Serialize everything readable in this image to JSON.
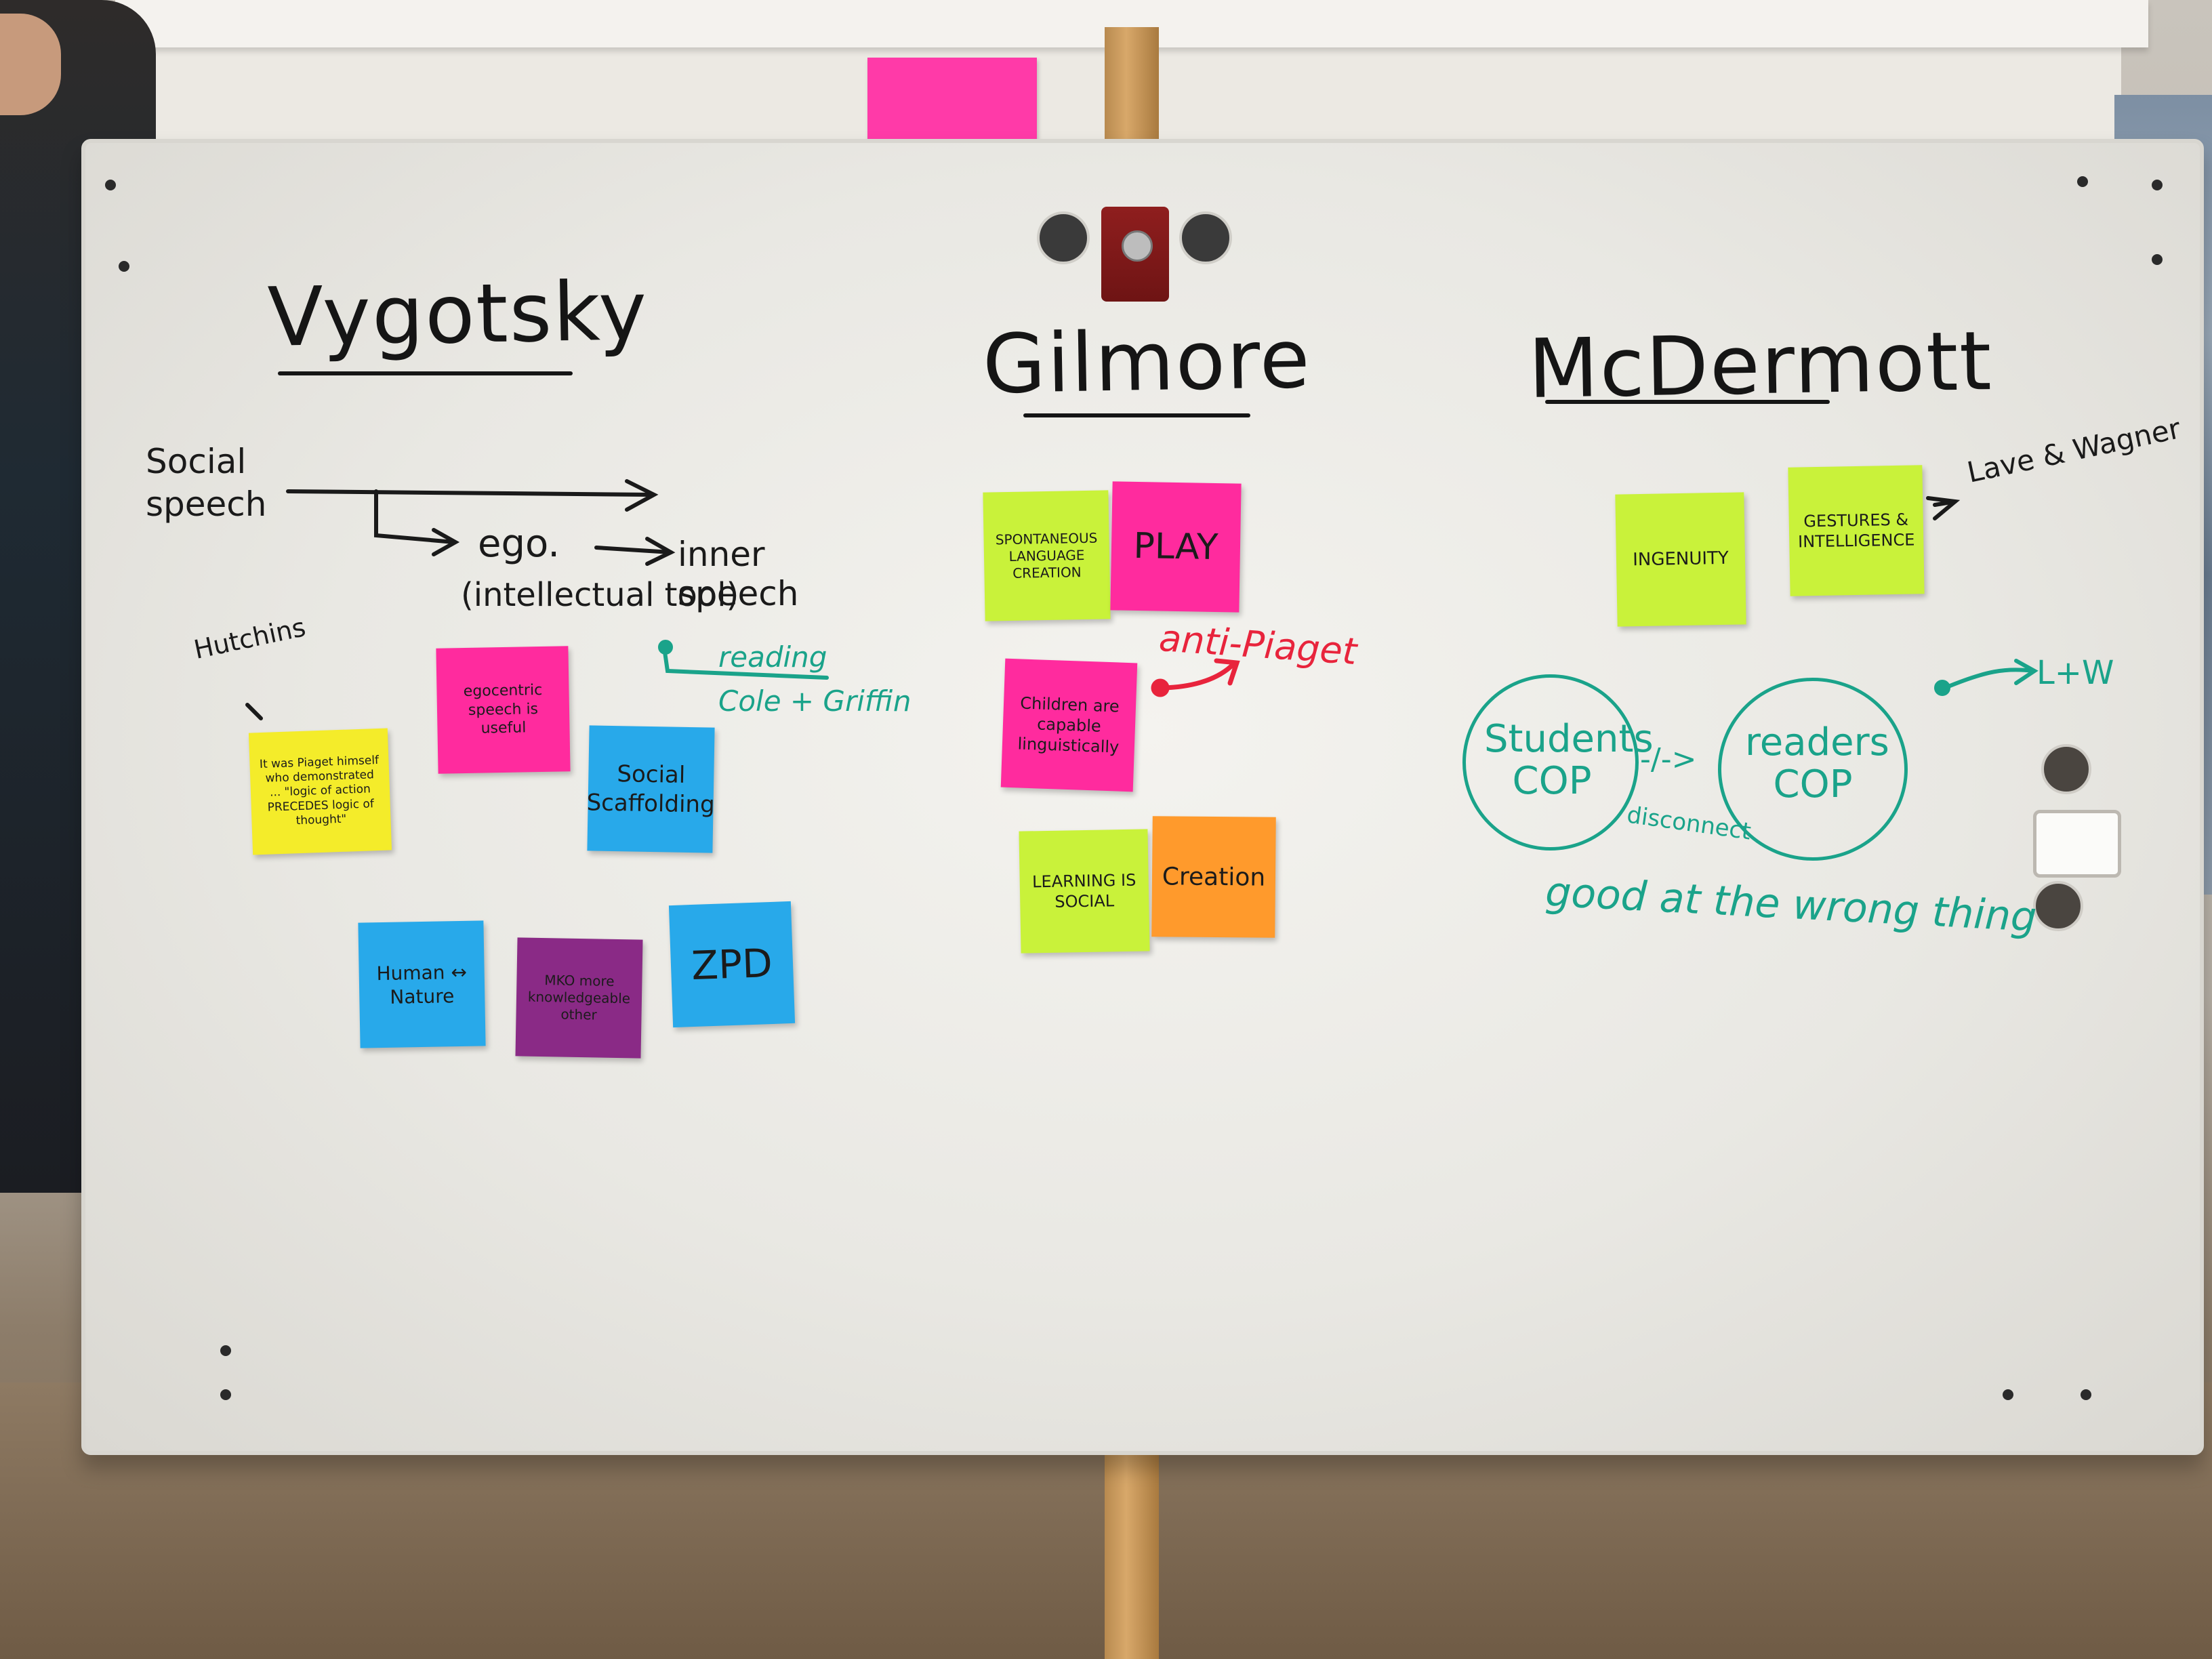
{
  "headings": {
    "vygotsky": "Vygotsky",
    "gilmore": "Gilmore",
    "mcdermott": "McDermott"
  },
  "vygotsky_notes": {
    "social_speech": "Social speech",
    "ego": "ego.",
    "inner_speech": "inner speech",
    "intellectual_tool": "(intellectual tool)",
    "hutchins": "Hutchins",
    "reading": "reading",
    "cole_griffin": "Cole + Griffin",
    "egocentric": "egocentric speech is useful",
    "piaget_quote": "It was Piaget himself who demonstrated ... \"logic of action PRECEDES logic of thought\"",
    "social_scaffolding": "Social Scaffolding",
    "human_nature": "Human ↔ Nature",
    "mko": "MKO more knowledgeable other",
    "zpd": "ZPD"
  },
  "gilmore_notes": {
    "spontaneous": "SPONTANEOUS LANGUAGE CREATION",
    "play": "PLAY",
    "anti_piaget": "anti-Piaget",
    "children": "Children are capable linguistically",
    "learning": "LEARNING IS SOCIAL",
    "creation": "Creation"
  },
  "mcdermott_notes": {
    "ingenuity": "INGENUITY",
    "gestures": "GESTURES & INTELLIGENCE",
    "lave_wagner": "Lave & Wagner",
    "lw": "L+W",
    "students_cop": "Students COP",
    "readers_cop": "readers COP",
    "disconnect": "disconnect",
    "arrow_mark": "-/->",
    "good_wrong": "good at the wrong thing"
  },
  "colors": {
    "lime": "#c9f23a",
    "pink": "#ff2b9e",
    "blue": "#28a9ea",
    "yellow": "#f4ec2a",
    "purple": "#8a2a86",
    "orange": "#ff9a2c",
    "teal_marker": "#1aa38a",
    "red_marker": "#e8243c"
  }
}
